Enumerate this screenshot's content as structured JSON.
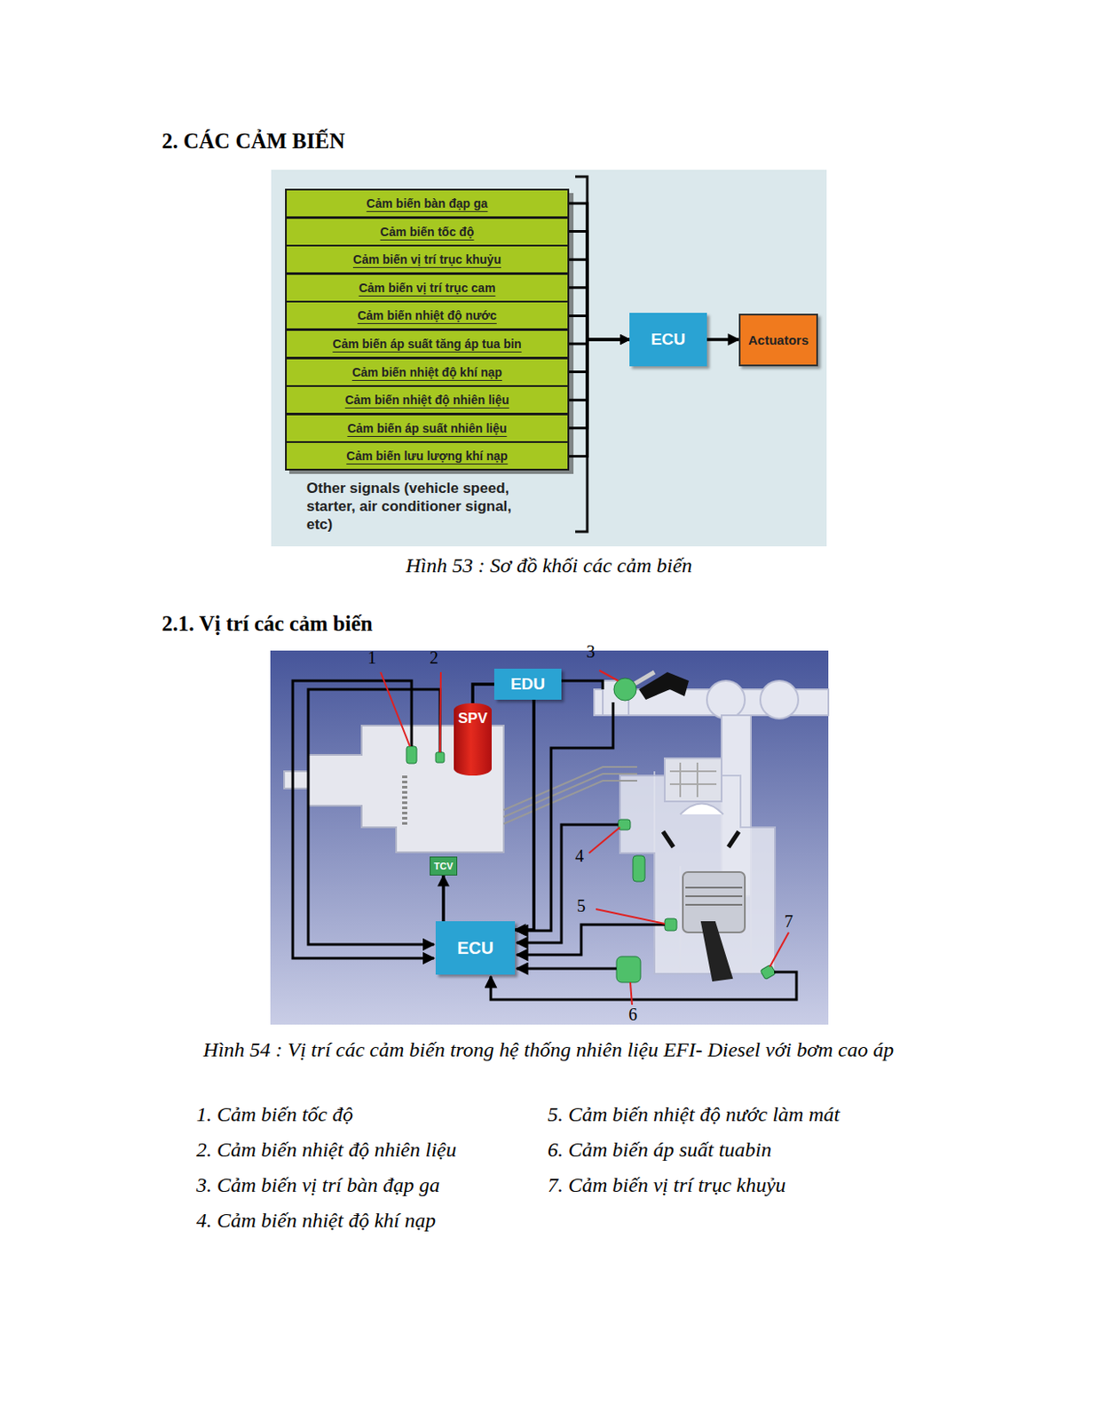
{
  "diagram": {
    "title": "2. CÁC CẢM BIẾN",
    "caption": "Hình 53 :  Sơ đồ khối các cảm biến",
    "nodes": [
      {
        "text": [
          "Cảm biến bàn đạp ga"
        ]
      },
      {
        "text": [
          "Cảm biến tốc độ"
        ]
      },
      {
        "text": [
          "Cảm biến vị trí trục khuỷu"
        ]
      },
      {
        "text": [
          "Cảm biến vị trí trục cam"
        ]
      },
      {
        "text": [
          "Cảm biến nhiệt độ nước"
        ]
      },
      {
        "text": [
          "Cảm biến áp suất tăng áp tua bin"
        ]
      },
      {
        "text": [
          "Cảm biến nhiệt độ khí nạp"
        ]
      },
      {
        "text": [
          "Cảm biến nhiệt độ nhiên liệu"
        ]
      },
      {
        "text": [
          "Cảm biến áp suất nhiên liệu"
        ]
      },
      {
        "text": [
          "Cảm biến lưu lượng khí nạp"
        ]
      },
      {
        "text": [
          "ECU"
        ]
      },
      {
        "text": [
          "Actuators"
        ]
      },
      {
        "text": [
          "EDU"
        ]
      },
      {
        "text": [
          "SPV"
        ]
      },
      {
        "text": [
          "TCV"
        ]
      },
      {
        "text": [
          "ECU"
        ]
      }
    ],
    "edges": [
      {
        "from": 0,
        "to": 10,
        "arrow": "to"
      },
      {
        "from": 1,
        "to": 10,
        "arrow": "to"
      },
      {
        "from": 2,
        "to": 10,
        "arrow": "to"
      },
      {
        "from": 3,
        "to": 10,
        "arrow": "to"
      },
      {
        "from": 4,
        "to": 10,
        "arrow": "to"
      },
      {
        "from": 5,
        "to": 10,
        "arrow": "to"
      },
      {
        "from": 6,
        "to": 10,
        "arrow": "to"
      },
      {
        "from": 7,
        "to": 10,
        "arrow": "to"
      },
      {
        "from": 8,
        "to": 10,
        "arrow": "to"
      },
      {
        "from": 9,
        "to": 10,
        "arrow": "to"
      },
      {
        "from": 10,
        "to": 11,
        "arrow": "to"
      },
      {
        "from": 12,
        "to": 13,
        "arrow": "none"
      },
      {
        "from": 12,
        "to": 15,
        "arrow": "to"
      },
      {
        "from": 15,
        "to": 14,
        "arrow": "to"
      }
    ],
    "labels": [
      "Other signals (vehicle speed, starter, air conditioner signal, etc)",
      "2.1. Vị trí các cảm biến",
      "1",
      "2",
      "3",
      "4",
      "5",
      "6",
      "7",
      "Hình 54  :  Vị trí các cảm biến trong hệ thống nhiên liệu  EFI- Diesel với bơm cao áp",
      "1. Cảm biến tốc độ",
      "2. Cảm biến nhiệt độ nhiên liệu",
      "3. Cảm biến vị trí bàn đạp ga",
      "4. Cảm biến nhiệt độ khí nạp",
      "5. Cảm biến nhiệt độ nước làm mát",
      "6. Cảm biến áp suất tuabin",
      "7. Cảm biến vị trí trục khuỷu"
    ]
  }
}
